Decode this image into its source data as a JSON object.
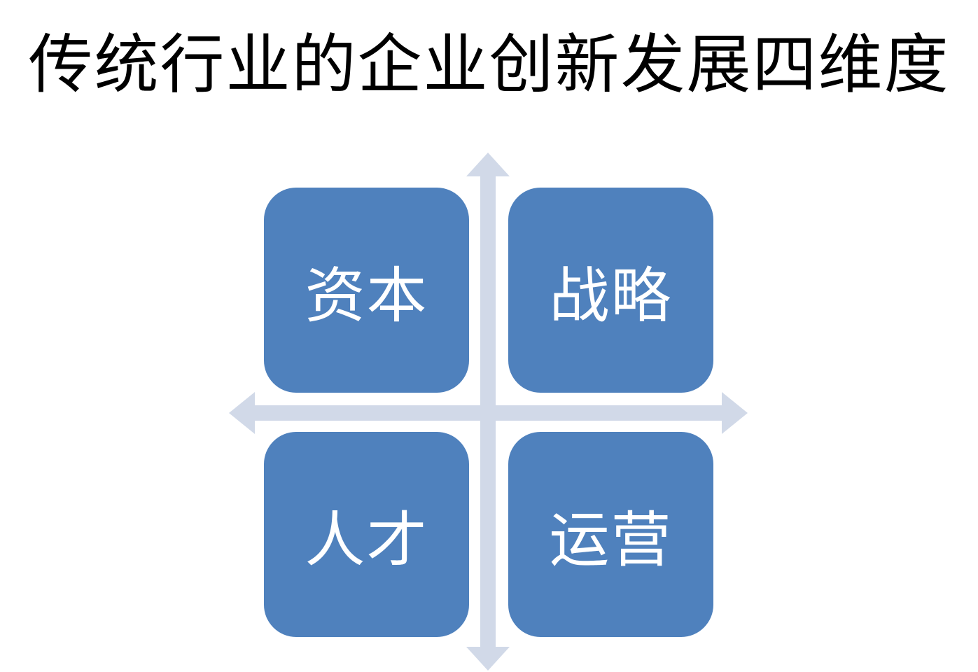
{
  "title": "传统行业的企业创新发展四维度",
  "colors": {
    "quadrant_fill": "#4f81bd",
    "quadrant_text": "#ffffff",
    "axis": "#d1d9e8",
    "title_text": "#000000"
  },
  "quadrants": [
    {
      "label": "资本",
      "position": "top-left"
    },
    {
      "label": "战略",
      "position": "top-right"
    },
    {
      "label": "人才",
      "position": "bottom-left"
    },
    {
      "label": "运营",
      "position": "bottom-right"
    }
  ]
}
